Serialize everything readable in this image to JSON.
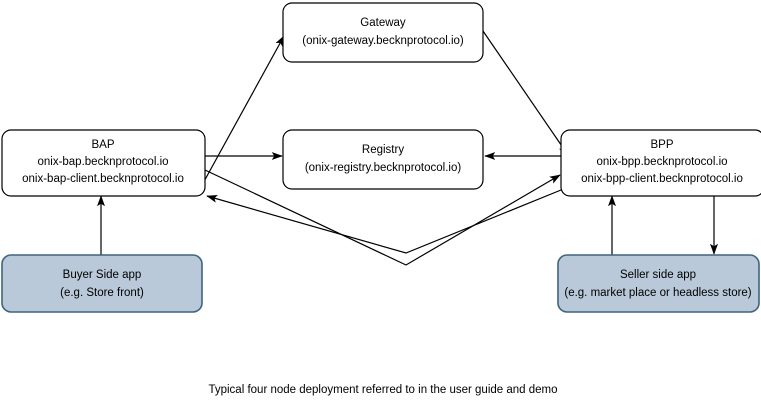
{
  "diagram": {
    "caption": "Typical four node deployment referred to in the user guide and demo",
    "nodes": {
      "gateway": {
        "title": "Gateway",
        "subtitle": "(onix-gateway.becknprotocol.io)",
        "style": "plain"
      },
      "bap": {
        "title": "BAP",
        "line2": "onix-bap.becknprotocol.io",
        "line3": "onix-bap-client.becknprotocol.io",
        "style": "plain"
      },
      "registry": {
        "title": "Registry",
        "subtitle": "(onix-registry.becknprotocol.io)",
        "style": "plain"
      },
      "bpp": {
        "title": "BPP",
        "line2": "onix-bpp.becknprotocol.io",
        "line3": "onix-bpp-client.becknprotocol.io",
        "style": "plain"
      },
      "buyer_app": {
        "title": "Buyer Side app",
        "subtitle": "(e.g. Store front)",
        "style": "shaded"
      },
      "seller_app": {
        "title": "Seller side app",
        "subtitle": "(e.g. market place or headless store)",
        "style": "shaded"
      }
    },
    "edges": [
      {
        "name": "bap-to-gateway",
        "from": "bap",
        "to": "gateway",
        "direction": "one-way"
      },
      {
        "name": "gateway-to-bpp",
        "from": "gateway",
        "to": "bpp",
        "direction": "one-way"
      },
      {
        "name": "bap-to-registry",
        "from": "bap",
        "to": "registry",
        "direction": "one-way"
      },
      {
        "name": "bpp-to-registry",
        "from": "bpp",
        "to": "registry",
        "direction": "one-way"
      },
      {
        "name": "bap-to-bpp",
        "from": "bap",
        "to": "bpp",
        "direction": "one-way"
      },
      {
        "name": "bpp-to-bap",
        "from": "bpp",
        "to": "bap",
        "direction": "one-way"
      },
      {
        "name": "buyer-app-to-bap",
        "from": "buyer_app",
        "to": "bap",
        "direction": "one-way"
      },
      {
        "name": "seller-app-to-bpp",
        "from": "seller_app",
        "to": "bpp",
        "direction": "one-way"
      },
      {
        "name": "bpp-to-seller-app",
        "from": "bpp",
        "to": "seller_app",
        "direction": "one-way"
      }
    ]
  },
  "colors": {
    "shaded_fill": "#b9c9d9",
    "shaded_stroke": "#3d647f",
    "plain_fill": "#ffffff",
    "plain_stroke": "#000000",
    "background": "#ffffff"
  }
}
